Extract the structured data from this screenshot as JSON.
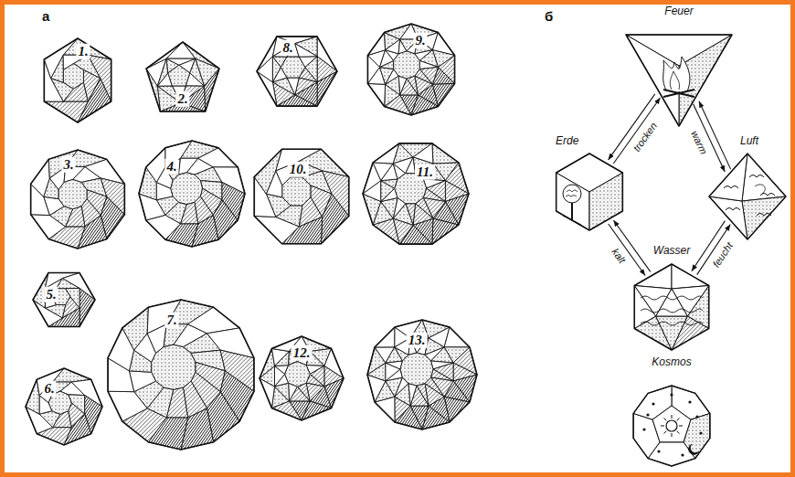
{
  "diagram": {
    "nodes": [
      {
        "text": [
          "1."
        ]
      },
      {
        "text": [
          "2."
        ]
      },
      {
        "text": [
          "8."
        ]
      },
      {
        "text": [
          "9."
        ]
      },
      {
        "text": [
          "3."
        ]
      },
      {
        "text": [
          "4."
        ]
      },
      {
        "text": [
          "10."
        ]
      },
      {
        "text": [
          "11."
        ]
      },
      {
        "text": [
          "5."
        ]
      },
      {
        "text": [
          "7."
        ]
      },
      {
        "text": [
          "12."
        ]
      },
      {
        "text": [
          "13."
        ]
      },
      {
        "text": [
          "6."
        ]
      },
      {
        "text": [
          "Feuer"
        ]
      },
      {
        "text": [
          "Erde"
        ]
      },
      {
        "text": [
          "Luft"
        ]
      },
      {
        "text": [
          "Wasser"
        ]
      },
      {
        "text": [
          "Kosmos"
        ]
      }
    ],
    "edges": [
      {
        "from": 13,
        "to": 14,
        "label": "trocken",
        "arrow": "both"
      },
      {
        "from": 13,
        "to": 15,
        "label": "warm",
        "arrow": "both"
      },
      {
        "from": 14,
        "to": 16,
        "label": "kalt",
        "arrow": "both"
      },
      {
        "from": 15,
        "to": 16,
        "label": "feucht",
        "arrow": "both"
      }
    ],
    "labels": [
      "a",
      "б"
    ]
  }
}
